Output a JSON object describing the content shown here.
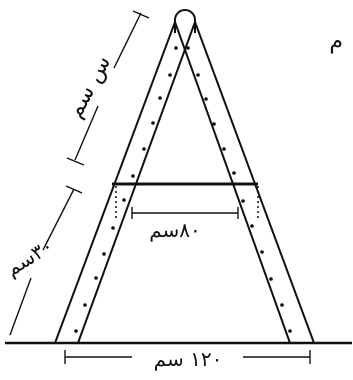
{
  "labels": {
    "corner_letter": "م",
    "upper_leg": "س سم",
    "lower_leg": "٣٠سم",
    "crossbar": "٨٠سم",
    "base": "١٢٠ سم"
  },
  "colors": {
    "stroke": "#111111",
    "background": "#ffffff"
  }
}
